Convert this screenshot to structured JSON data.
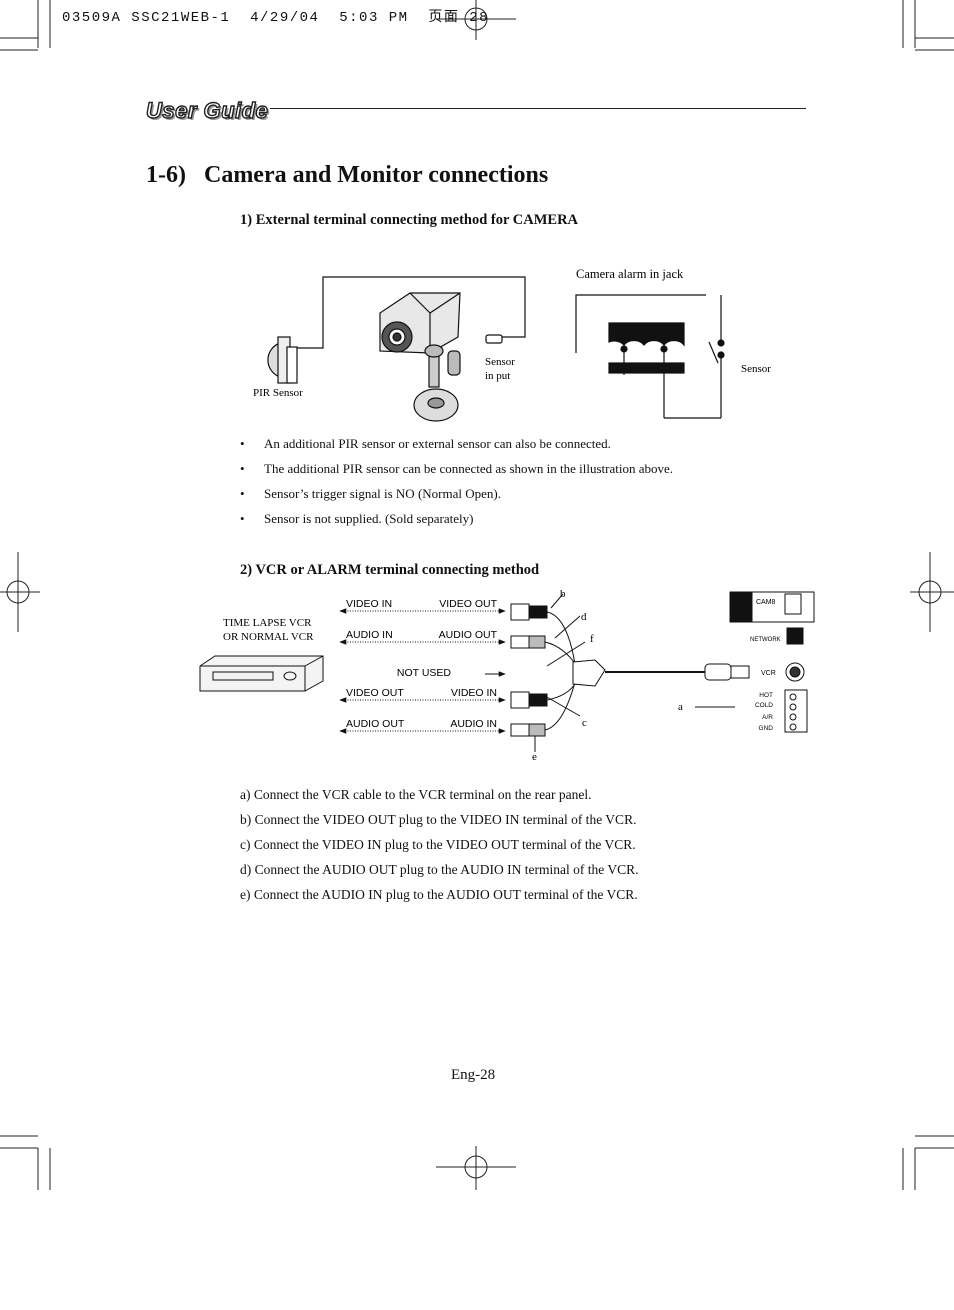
{
  "print_slug": "03509A SSC21WEB-1  4/29/04  5:03 PM  页面 28",
  "header": {
    "logo_text": "User Guide"
  },
  "section_title": "1-6)   Camera and Monitor connections",
  "sub1": {
    "heading": "1) External terminal connecting method for CAMERA",
    "labels": {
      "pir_sensor": "PIR Sensor",
      "sensor_input_line1": "Sensor",
      "sensor_input_line2": "in put",
      "camera_alarm_jack": "Camera alarm in jack",
      "sensor": "Sensor"
    },
    "bullets": [
      "An additional PIR sensor or external sensor can also be connected.",
      "The additional PIR sensor can be connected as shown in the illustration  above.",
      "Sensor’s trigger signal is NO (Normal Open).",
      "Sensor is not supplied. (Sold separately)"
    ]
  },
  "sub2": {
    "heading": "2) VCR or ALARM terminal connecting method",
    "vcr_label_line1": "TIME LAPSE VCR",
    "vcr_label_line2": "OR NORMAL VCR",
    "rows": [
      {
        "left": "VIDEO IN",
        "right": "VIDEO OUT"
      },
      {
        "left": "AUDIO IN",
        "right": "AUDIO OUT"
      },
      {
        "left": "",
        "right": "NOT USED"
      },
      {
        "left": "VIDEO OUT",
        "right": "VIDEO IN"
      },
      {
        "left": "AUDIO OUT",
        "right": "AUDIO IN"
      }
    ],
    "callouts": {
      "a": "a",
      "b": "b",
      "c": "c",
      "d": "d",
      "e": "e",
      "f": "f"
    },
    "panel": {
      "cam8": "CAM8",
      "network": "NETWORK",
      "vcr": "VCR",
      "hot": "HOT",
      "cold": "COLD",
      "ar": "A/R",
      "gnd": "GND"
    },
    "steps": [
      "a) Connect the VCR cable to the VCR terminal on the rear panel.",
      "b) Connect the VIDEO OUT plug to the VIDEO IN terminal of the VCR.",
      "c) Connect the VIDEO IN plug to the VIDEO OUT terminal of the VCR.",
      "d) Connect the AUDIO OUT plug to the AUDIO IN terminal of the VCR.",
      "e) Connect the AUDIO IN plug to the AUDIO OUT terminal of the VCR."
    ]
  },
  "page_number": "Eng-28"
}
